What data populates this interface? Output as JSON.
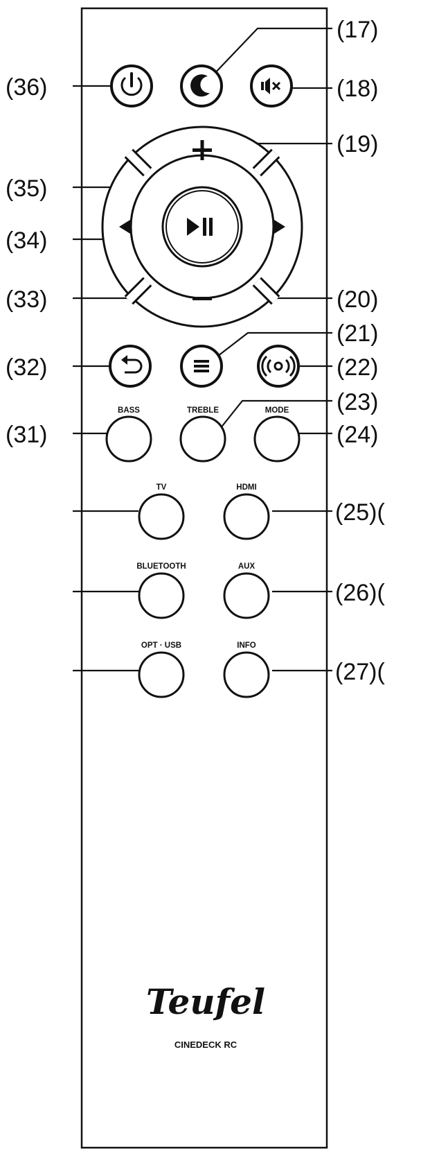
{
  "brand": {
    "logo_text": "Teufel",
    "model_label": "CINEDECK RC"
  },
  "button_labels": {
    "bass": "BASS",
    "treble": "TREBLE",
    "mode": "MODE",
    "tv": "TV",
    "hdmi": "HDMI",
    "bluetooth": "BLUETOOTH",
    "aux": "AUX",
    "opt_usb": "OPT · USB",
    "info": "INFO"
  },
  "callouts": {
    "c17": "(17)",
    "c18": "(18)",
    "c19": "(19)",
    "c20": "(20)",
    "c21": "(21)",
    "c22": "(22)",
    "c23": "(23)",
    "c24": "(24)",
    "c25": "(25)(",
    "c26": "(26)(",
    "c27": "(27)(",
    "c31": "(31)",
    "c32": "(32)",
    "c33": "(33)",
    "c34": "(34)",
    "c35": "(35)",
    "c36": "(36)"
  },
  "icons": {
    "power": "power-icon",
    "night_mode": "night-mode-icon",
    "mute": "mute-icon",
    "volume_up": "plus-icon",
    "volume_down": "minus-icon",
    "previous": "triangle-left-icon",
    "next": "triangle-right-icon",
    "play_pause": "play-pause-icon",
    "back": "back-arrow-icon",
    "menu": "menu-lines-icon",
    "surround": "surround-waves-icon"
  },
  "colors": {
    "ink": "#111111",
    "background": "#ffffff"
  }
}
